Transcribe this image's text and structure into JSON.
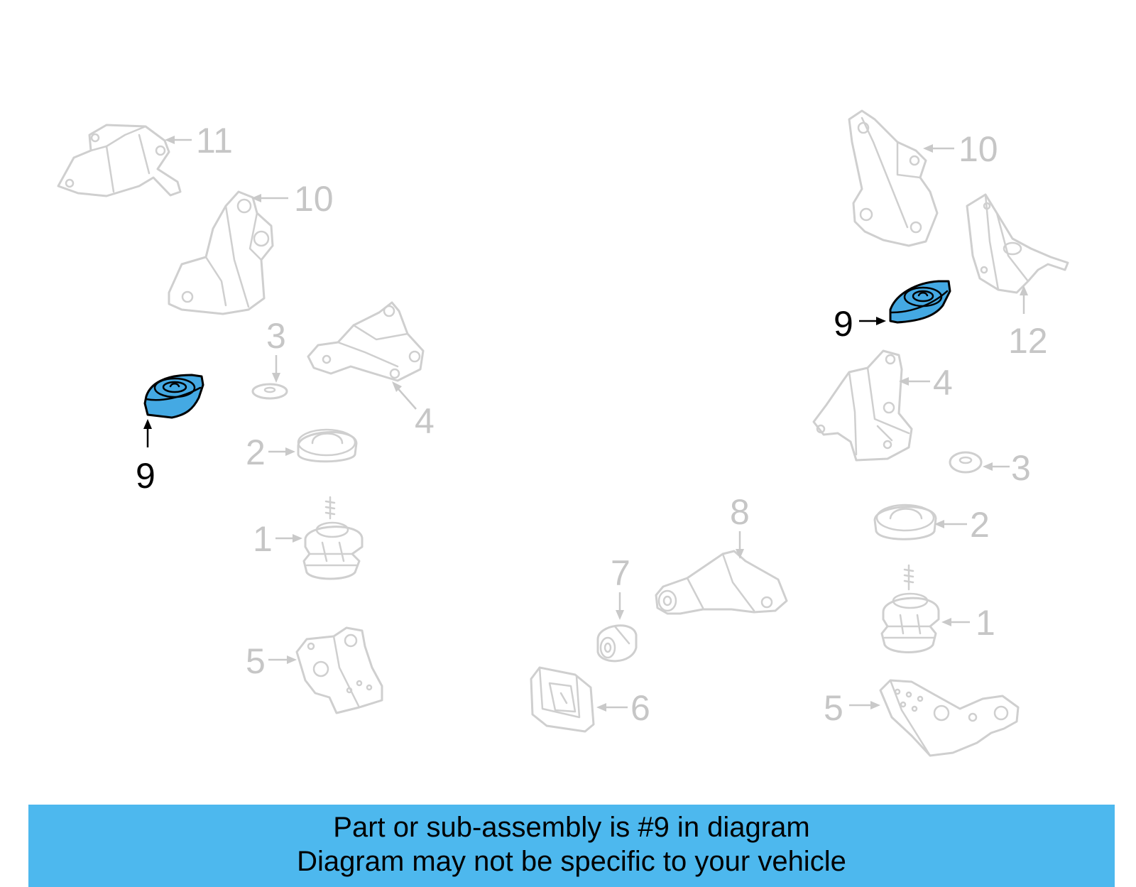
{
  "highlight_color": "#44a9e3",
  "banner": {
    "background": "#4db8ee",
    "line1": "Part or sub-assembly is #9 in diagram",
    "line2": "Diagram may not be specific to your vehicle"
  },
  "callouts": {
    "left_11": "11",
    "left_10": "10",
    "left_3": "3",
    "left_4": "4",
    "left_2": "2",
    "left_9": "9",
    "left_1": "1",
    "left_5": "5",
    "mid_8": "8",
    "mid_7": "7",
    "mid_6": "6",
    "right_10": "10",
    "right_12": "12",
    "right_9": "9",
    "right_4": "4",
    "right_3": "3",
    "right_2": "2",
    "right_1": "1",
    "right_5": "5"
  }
}
